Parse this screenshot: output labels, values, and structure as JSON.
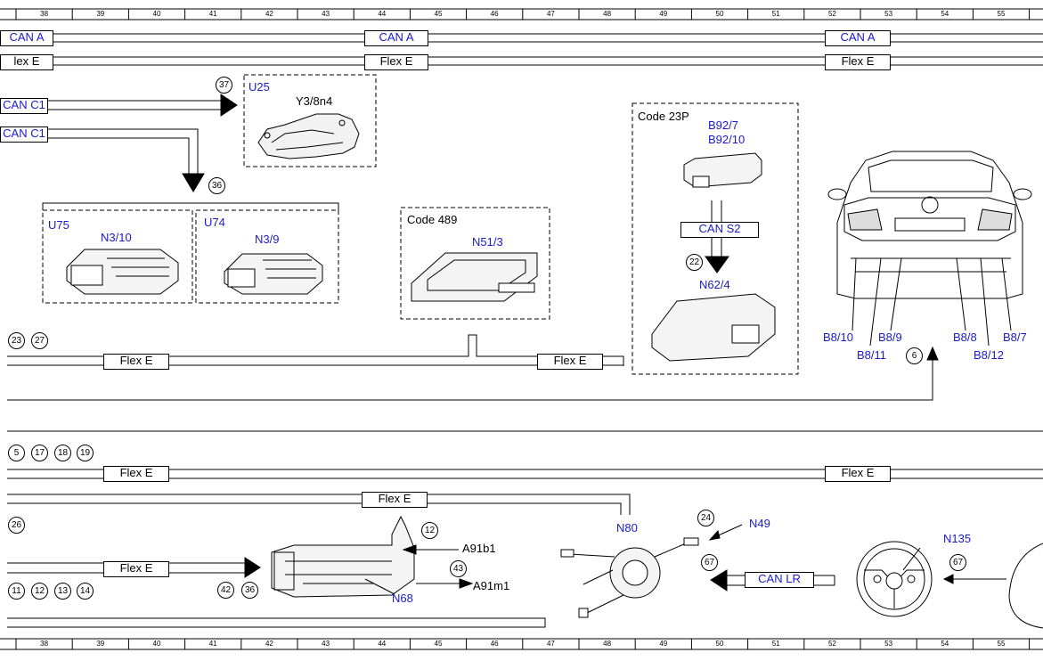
{
  "ruler_numbers": [
    "38",
    "39",
    "40",
    "41",
    "42",
    "43",
    "44",
    "45",
    "46",
    "47",
    "48",
    "49",
    "50",
    "51",
    "52",
    "53",
    "54",
    "55"
  ],
  "bus_labels": {
    "can_a": "CAN A",
    "can_a_cut": "CAN A",
    "flex_e": "Flex E",
    "flex_e_cut": "lex E",
    "can_c1": "CAN C1",
    "can_s2": "CAN S2",
    "can_lr": "CAN LR"
  },
  "codes": {
    "code_489": "Code 489",
    "code_23p": "Code 23P"
  },
  "components": {
    "u25": "U25",
    "y3_8n4": "Y3/8n4",
    "u75": "U75",
    "n3_10": "N3/10",
    "u74": "U74",
    "n3_9": "N3/9",
    "n51_3": "N51/3",
    "b92_7": "B92/7",
    "b92_10": "B92/10",
    "n62_4": "N62/4",
    "b8_10": "B8/10",
    "b8_9": "B8/9",
    "b8_11": "B8/11",
    "b8_8": "B8/8",
    "b8_7": "B8/7",
    "b8_12": "B8/12",
    "n80": "N80",
    "n49": "N49",
    "n135": "N135",
    "n68": "N68",
    "a91b1": "A91b1",
    "a91m1": "A91m1"
  },
  "refs": {
    "r37": "37",
    "r36": "36",
    "r22": "22",
    "r6": "6",
    "r23": "23",
    "r27": "27",
    "r5": "5",
    "r17": "17",
    "r18": "18",
    "r19": "19",
    "r26": "26",
    "r11": "11",
    "r12": "12",
    "r13": "13",
    "r14": "14",
    "r42": "42",
    "r36b": "36",
    "r12b": "12",
    "r43": "43",
    "r24": "24",
    "r67": "67",
    "r67b": "67"
  },
  "colors": {
    "label_blue": "#1a1acc",
    "line": "#000000"
  }
}
